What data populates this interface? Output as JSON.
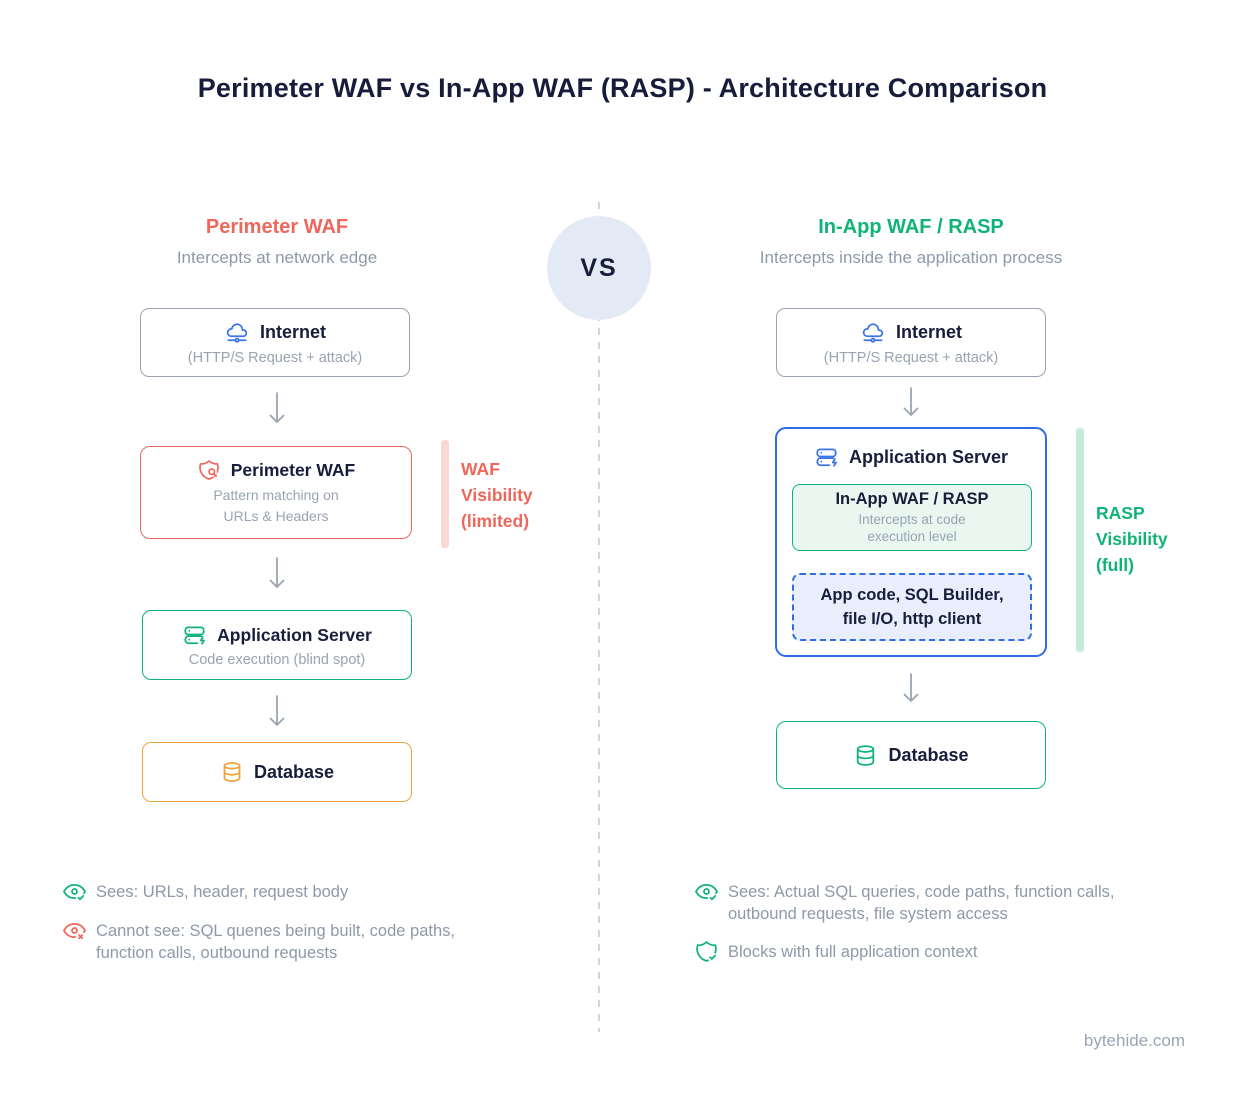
{
  "title": "Perimeter WAF vs In-App WAF (RASP) - Architecture Comparison",
  "vs_badge": "VS",
  "footer": "bytehide.com",
  "colors": {
    "coral": "#ee675c",
    "green": "#10b377",
    "blue": "#2f6ce5",
    "orange": "#f0a23c",
    "navy": "#171d3b",
    "gray_text": "#8e99a9",
    "waf_bar": "#f9d9d6",
    "rasp_bar": "#c6ead8",
    "rasp_fill": "#e9f7f0",
    "code_fill": "#e8eefc",
    "vs_circle": "#e3eaf5"
  },
  "left": {
    "heading": "Perimeter WAF",
    "subheading": "Intercepts at network edge",
    "internet_box": {
      "title": "Internet",
      "subtitle": "(HTTP/S Request + attack)"
    },
    "waf_box": {
      "title": "Perimeter WAF",
      "line1": "Pattern matching on",
      "line2": "URLs & Headers"
    },
    "visibility": {
      "line1": "WAF",
      "line2": "Visibility",
      "line3": "(limited)"
    },
    "app_server_box": {
      "title": "Application Server",
      "subtitle": "Code execution (blind spot)"
    },
    "database_box": {
      "title": "Database"
    },
    "notes": {
      "sees": {
        "line1": "Sees: URLs, header, request body"
      },
      "cannot_see": {
        "line1": "Cannot see: SQL quenes being built, code paths,",
        "line2": "function calls, outbound requests"
      }
    }
  },
  "right": {
    "heading": "In-App WAF / RASP",
    "subheading": "Intercepts inside the application process",
    "internet_box": {
      "title": "Internet",
      "subtitle": "(HTTP/S Request + attack)"
    },
    "app_server_box": {
      "title": "Application Server",
      "rasp_box": {
        "title": "In-App WAF / RASP",
        "line1": "Intercepts at code",
        "line2": "execution level"
      },
      "code_box": {
        "line1": "App code, SQL Builder,",
        "line2": "file I/O, http client"
      }
    },
    "visibility": {
      "line1": "RASP",
      "line2": "Visibility",
      "line3": "(full)"
    },
    "database_box": {
      "title": "Database"
    },
    "notes": {
      "sees": {
        "line1": "Sees: Actual SQL queries, code paths, function calls,",
        "line2": "outbound requests, file system access"
      },
      "blocks": {
        "line1": "Blocks with full application context"
      }
    }
  }
}
